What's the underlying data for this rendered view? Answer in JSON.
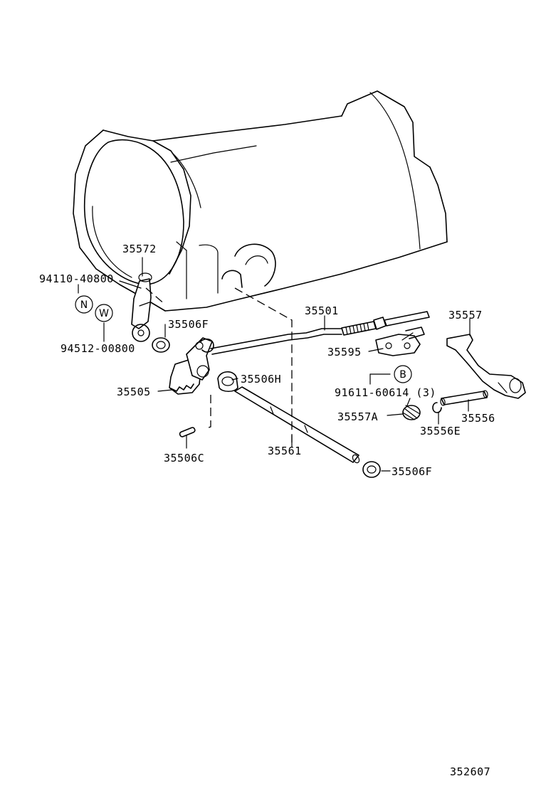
{
  "labels": {
    "p35572": "35572",
    "p94110_40800": "94110-40800",
    "p94512_00800": "94512-00800",
    "p35506F_top": "35506F",
    "p35505": "35505",
    "p35506H": "35506H",
    "p35506C": "35506C",
    "p35561": "35561",
    "p35501": "35501",
    "p35595": "35595",
    "p91611_60614": "91611-60614 (3)",
    "p35557A": "35557A",
    "p35556E": "35556E",
    "p35556": "35556",
    "p35557": "35557",
    "p35506F_bottom": "35506F",
    "diagram_id": "352607"
  },
  "symbols": {
    "n": "N",
    "w": "W",
    "b": "B"
  }
}
